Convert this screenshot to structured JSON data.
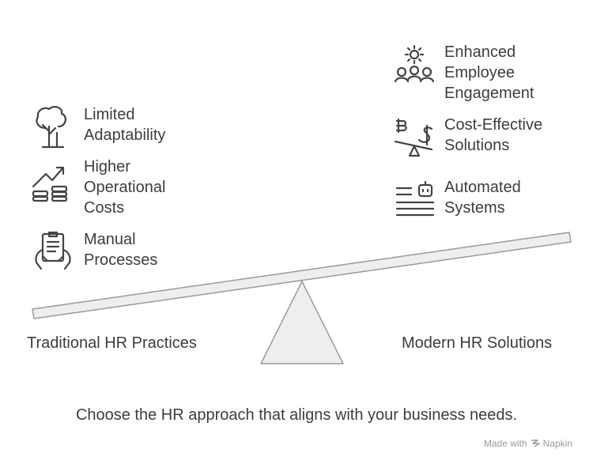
{
  "left": {
    "label": "Traditional HR Practices",
    "items": [
      {
        "label": "Limited\nAdaptability",
        "icon": "tree-icon"
      },
      {
        "label": "Higher\nOperational\nCosts",
        "icon": "rising-costs-icon"
      },
      {
        "label": "Manual\nProcesses",
        "icon": "manual-document-icon"
      }
    ]
  },
  "right": {
    "label": "Modern HR Solutions",
    "items": [
      {
        "label": "Enhanced\nEmployee\nEngagement",
        "icon": "team-gear-icon"
      },
      {
        "label": "Cost-Effective\nSolutions",
        "icon": "balance-currency-icon"
      },
      {
        "label": "Automated\nSystems",
        "icon": "robot-list-icon"
      }
    ]
  },
  "caption": "Choose the HR approach that aligns with your business needs.",
  "brand": {
    "prefix": "Made with",
    "name": "Napkin"
  },
  "colors": {
    "stroke": "#555555",
    "fill": "#eeeeee",
    "text": "#3d3d3d"
  }
}
